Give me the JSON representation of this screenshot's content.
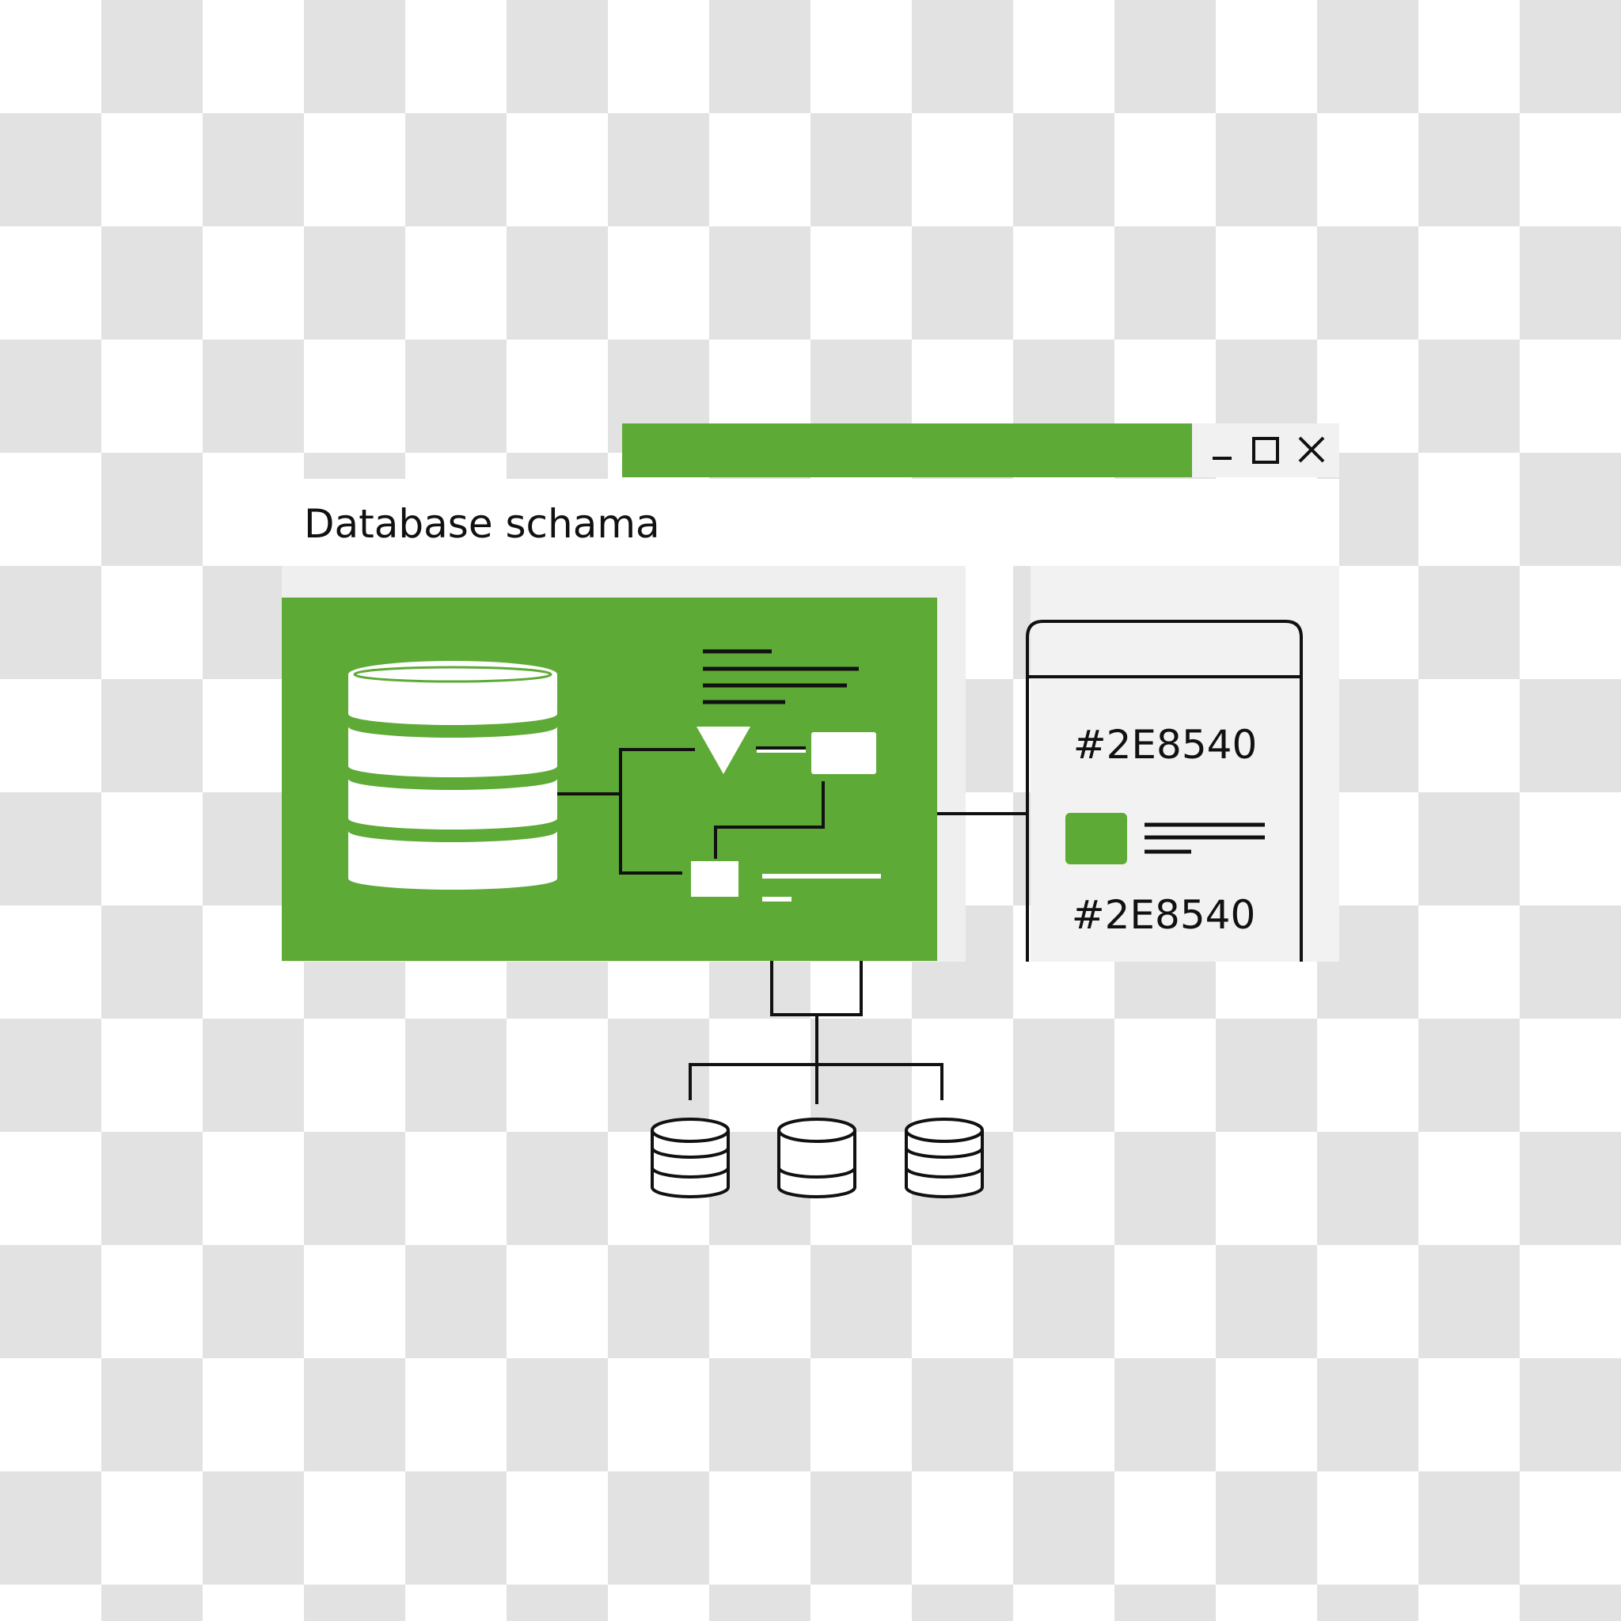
{
  "window": {
    "title": "Database schama",
    "controls": [
      {
        "name": "minimize",
        "icon": "minimize-icon"
      },
      {
        "name": "maximize",
        "icon": "maximize-icon"
      },
      {
        "name": "close",
        "icon": "close-icon"
      }
    ]
  },
  "schema_panel": {
    "color_codes": [
      "#2E8540",
      "#2E8540"
    ]
  },
  "colors": {
    "accent_green": "#5eaa36",
    "line": "#111111",
    "panel_bg": "#efefef"
  }
}
